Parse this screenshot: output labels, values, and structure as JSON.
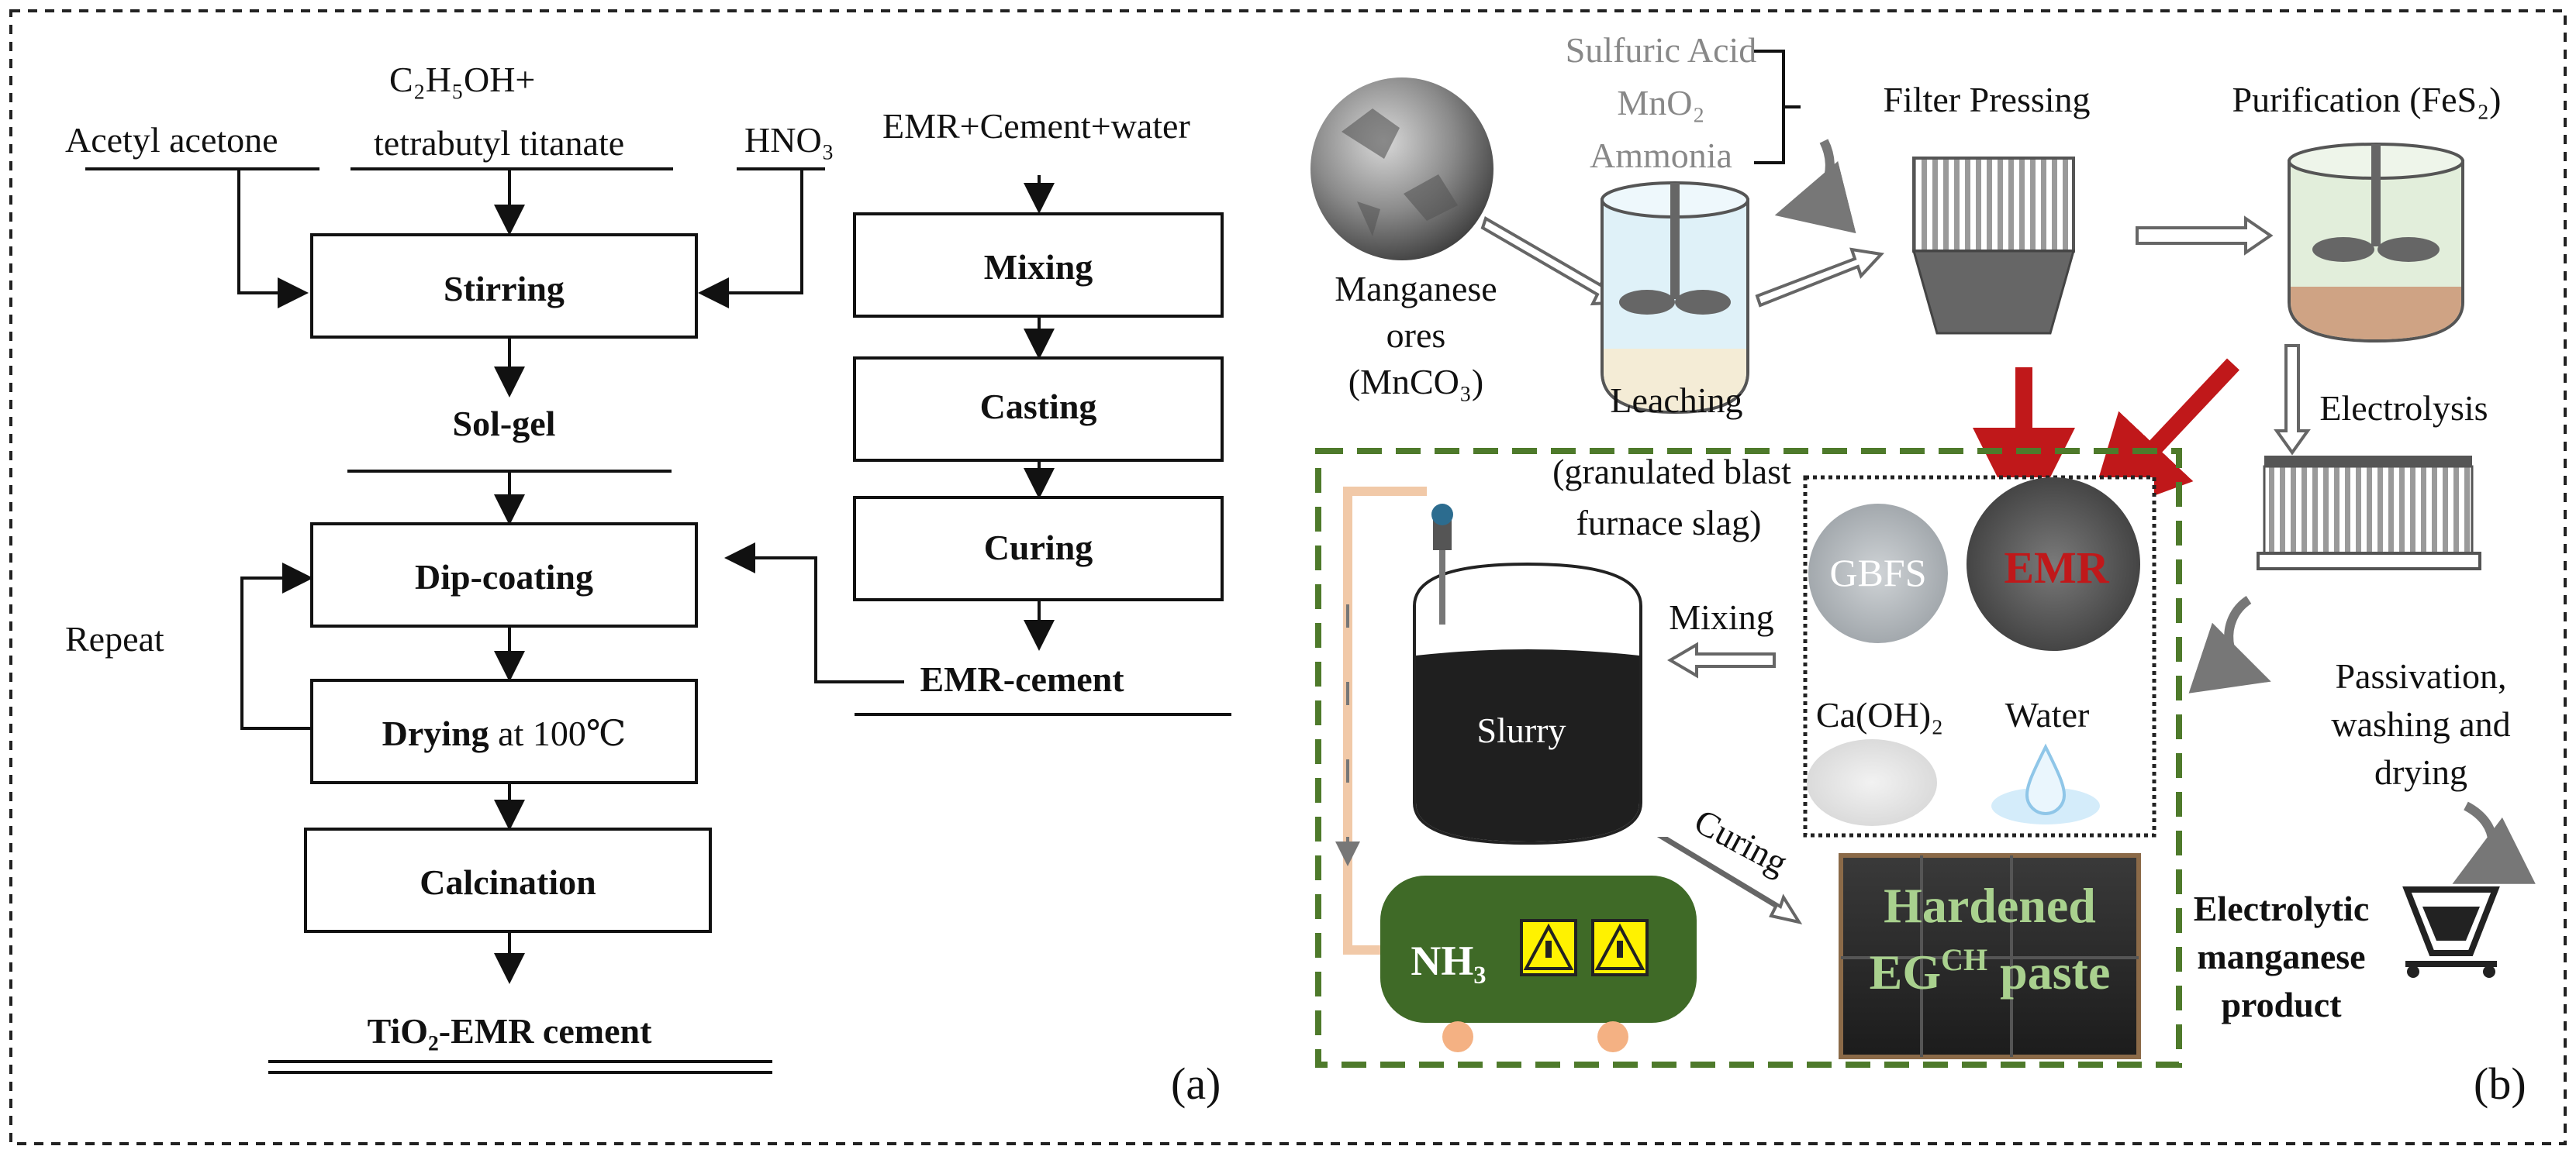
{
  "panel_a": {
    "inputs": {
      "acetyl": "Acetyl acetone",
      "ethanol": "C₂H₅OH+",
      "titanate": "tetrabutyl titanate",
      "nitric": "HNO₃",
      "emr_mix": "EMR+Cement+water"
    },
    "steps": {
      "stirring": "Stirring",
      "solgel": "Sol-gel",
      "dipcoating": "Dip-coating",
      "drying_bold": "Drying",
      "drying_rest": " at 100℃",
      "calcination": "Calcination",
      "product": "TiO₂-EMR cement",
      "repeat": "Repeat",
      "mixing": "Mixing",
      "casting": "Casting",
      "curing": "Curing",
      "emr_cement": "EMR-cement"
    },
    "panel_label": "(a)"
  },
  "panel_b": {
    "reagents": [
      "Sulfuric Acid",
      "MnO₂",
      "Ammonia"
    ],
    "ores": [
      "Manganese",
      "ores",
      "(MnCO₃)"
    ],
    "leaching": "Leaching",
    "filter_pressing": "Filter Pressing",
    "purification": "Purification (FeS₂)",
    "electrolysis": "Electrolysis",
    "passivation": [
      "Passivation,",
      "washing and",
      "drying"
    ],
    "product": [
      "Electrolytic",
      "manganese",
      "product"
    ],
    "gbfs_note": [
      "(granulated blast",
      "furnace slag)"
    ],
    "gbfs": "GBFS",
    "emr": "EMR",
    "caoh2": "Ca(OH)₂",
    "water": "Water",
    "mixing": "Mixing",
    "curing": "Curing",
    "slurry": "Slurry",
    "nh3": "NH₃",
    "hardened": "Hardened",
    "eg_paste": "EG",
    "eg_sup": "CH",
    "paste": " paste",
    "panel_label": "(b)",
    "colors": {
      "red_arrow": "#c0181a",
      "green_dash": "#4e7a2b",
      "tank_green": "#3f6a27",
      "pipe": "#f1c9a8"
    }
  }
}
